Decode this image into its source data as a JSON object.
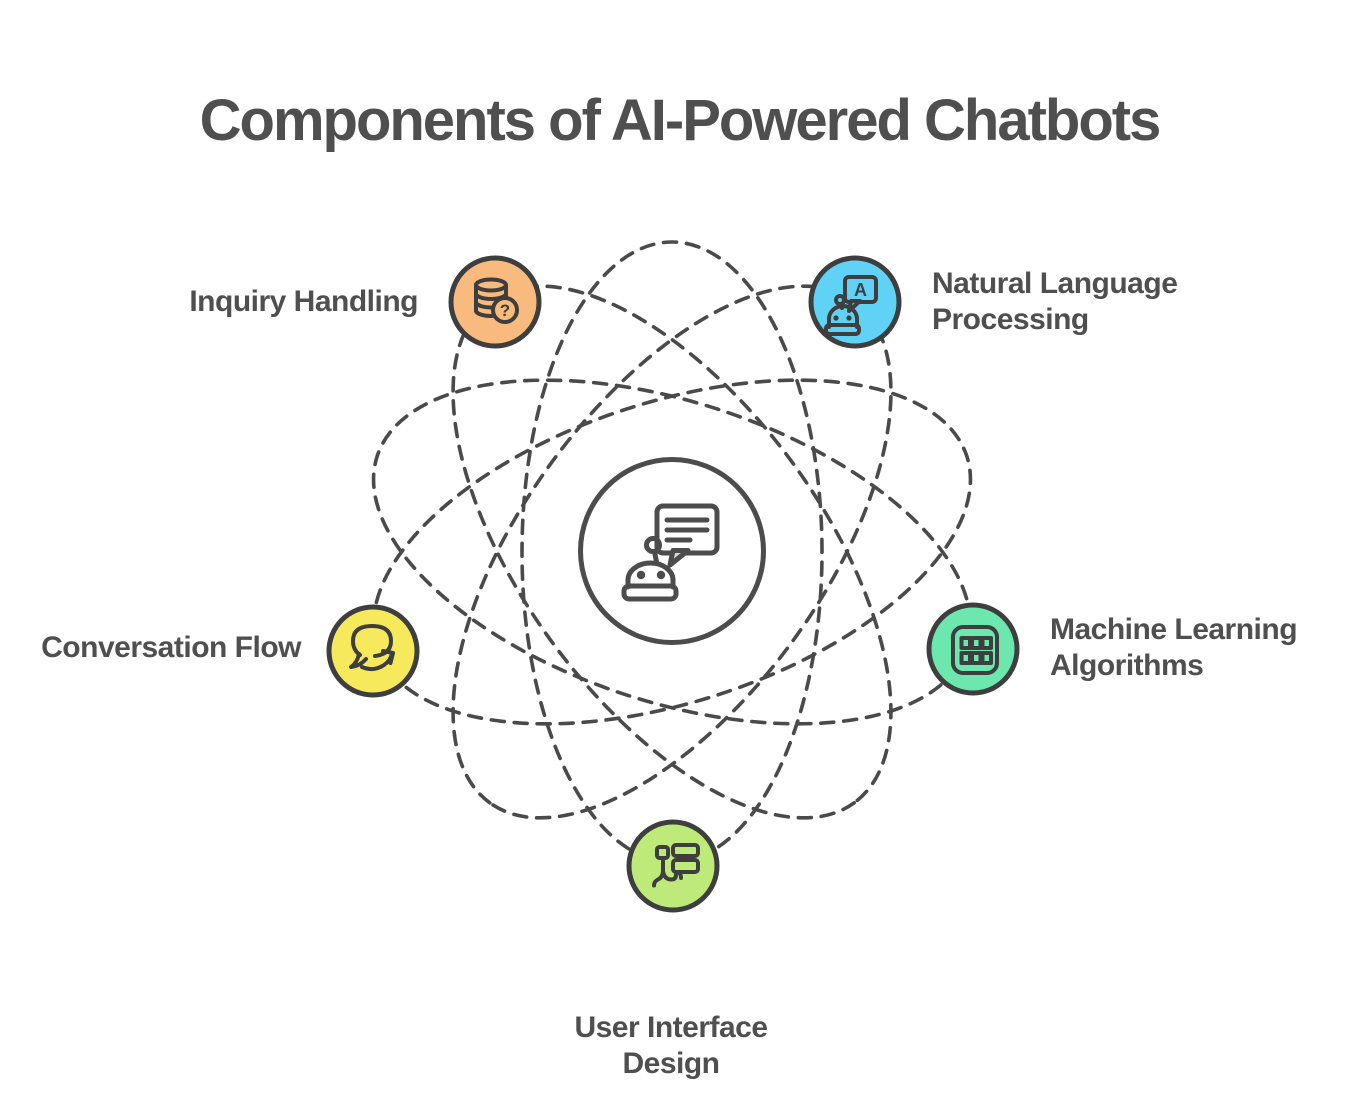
{
  "title": "Components of AI-Powered Chatbots",
  "colors": {
    "background": "#ffffff",
    "title_text": "#4f4f4f",
    "label_text": "#4f4f4f",
    "orbit_stroke": "#4a4a4a",
    "node_border": "#3e3e3e",
    "icon_stroke": "#3e3e3e",
    "center_fill": "#d6d6d6",
    "center_border": "#4c4c4c"
  },
  "center": {
    "icon": "chatbot-speech-icon",
    "fill": "#d6d6d6"
  },
  "nodes": [
    {
      "id": "inquiry-handling",
      "label": "Inquiry Handling",
      "color": "#f8bb7d",
      "icon": "database-question-icon",
      "glyph": "?"
    },
    {
      "id": "natural-language-processing",
      "label": "Natural Language Processing",
      "color": "#5fd2f5",
      "icon": "robot-language-icon",
      "glyph": "A"
    },
    {
      "id": "machine-learning-algorithms",
      "label": "Machine Learning Algorithms",
      "color": "#6ce8ae",
      "icon": "matrix-grid-icon"
    },
    {
      "id": "conversation-flow",
      "label": "Conversation Flow",
      "color": "#f7e95c",
      "icon": "chat-redirect-icon"
    },
    {
      "id": "user-interface-design",
      "label": "User Interface Design",
      "color": "#bdea79",
      "icon": "wireframe-tap-icon"
    }
  ]
}
